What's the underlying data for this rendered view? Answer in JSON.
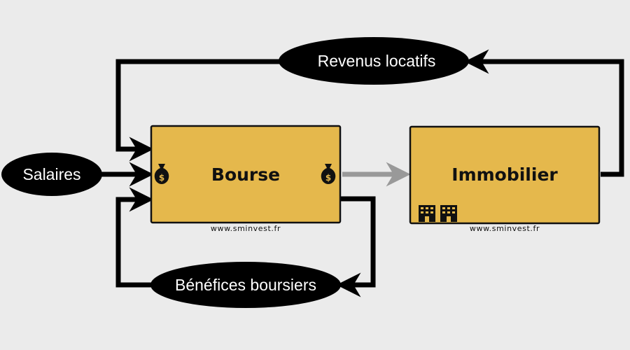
{
  "nodes": {
    "bourse": {
      "title": "Bourse",
      "watermark": "www.sminvest.fr",
      "icon": "money-bag-icon"
    },
    "immobilier": {
      "title": "Immobilier",
      "watermark": "www.sminvest.fr",
      "icon": "building-icon"
    }
  },
  "flows": {
    "salaires": "Salaires",
    "revenus_locatifs": "Revenus locatifs",
    "benefices_boursiers": "Bénéfices boursiers"
  },
  "colors": {
    "background": "#ebebeb",
    "box_fill": "#e5b84c",
    "box_border": "#111111",
    "flow_arrow": "#000000",
    "transfer_arrow": "#999999",
    "label_ellipse": "#000000",
    "label_text": "#ffffff"
  }
}
